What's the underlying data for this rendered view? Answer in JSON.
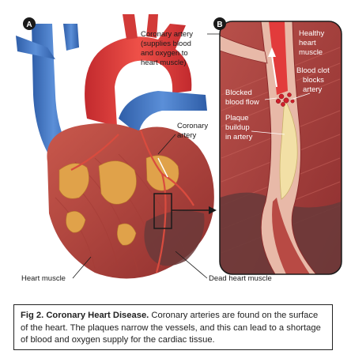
{
  "panels": {
    "a_letter": "A",
    "b_letter": "B"
  },
  "labels": {
    "coronary_artery_top": [
      "Coronary artery",
      "(supplies blood",
      "and oxygen to",
      "heart muscle)"
    ],
    "coronary_artery_mid": [
      "Coronary",
      "artery"
    ],
    "heart_muscle": "Heart muscle",
    "dead_heart_muscle": "Dead heart muscle",
    "healthy_heart_muscle": [
      "Healthy",
      "heart",
      "muscle"
    ],
    "blood_clot": [
      "Blood clot",
      "blocks",
      "artery"
    ],
    "blocked_blood_flow": [
      "Blocked",
      "blood flow"
    ],
    "plaque_buildup": [
      "Plaque",
      "buildup",
      "in artery"
    ]
  },
  "caption": {
    "title": "Fig 2. Coronary Heart Disease.",
    "text": " Coronary arteries are found on the surface of the heart. The plaques narrow the vessels, and this can lead to a shortage of blood and oxygen supply for the cardiac tissue."
  },
  "colors": {
    "aorta": "#e23b3b",
    "vena": "#3d72c4",
    "heart_muscle": "#b8463f",
    "fat": "#e0a24a",
    "dead_muscle": "#6b3a3a",
    "plaque": "#f2e0a6",
    "panel_b_bg": "#a63c3a"
  }
}
